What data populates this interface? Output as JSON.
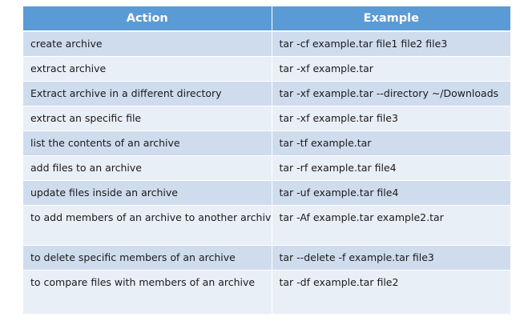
{
  "table": {
    "headers": [
      "Action",
      "Example"
    ],
    "rows": [
      {
        "action": "create archive",
        "example": "tar -cf example.tar file1 file2 file3"
      },
      {
        "action": "extract archive",
        "example": "tar -xf example.tar"
      },
      {
        "action": "Extract archive in a different directory",
        "example": "tar -xf example.tar --directory ~/Downloads"
      },
      {
        "action": "extract an specific file",
        "example": "tar -xf example.tar file3"
      },
      {
        "action": "list the contents of an archive",
        "example": "tar -tf example.tar"
      },
      {
        "action": "add files to an archive",
        "example": "tar -rf example.tar file4"
      },
      {
        "action": "update files inside an archive",
        "example": "tar -uf example.tar file4"
      },
      {
        "action": "to add members of an archive to another archive",
        "example": "tar -Af example.tar example2.tar"
      },
      {
        "action": "to delete specific members of an archive",
        "example": "tar --delete -f example.tar file3"
      },
      {
        "action": "to compare files with members of an archive",
        "example": "tar -df example.tar file2"
      }
    ]
  },
  "colors": {
    "header_bg": "#5b9bd5",
    "row_dark": "#cfdcee",
    "row_light": "#e9eff7"
  }
}
